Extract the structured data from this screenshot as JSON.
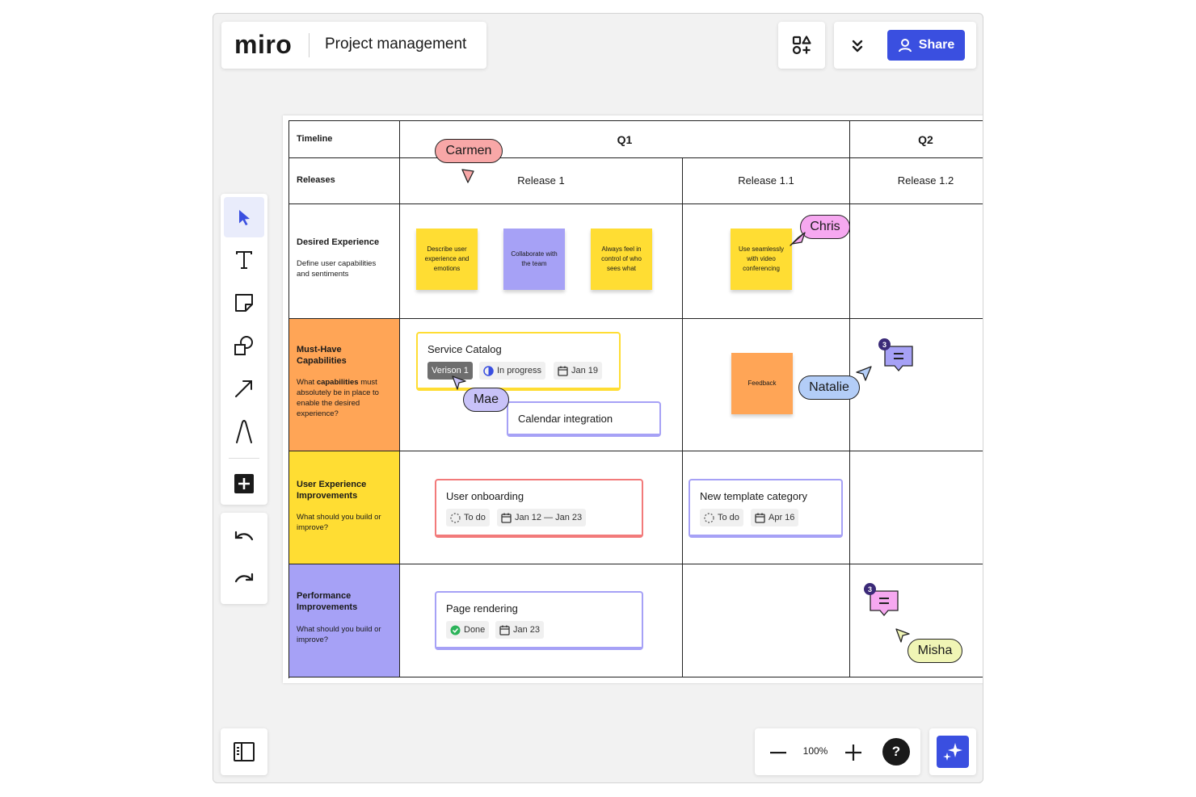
{
  "app": {
    "logo": "miro",
    "board_title": "Project management"
  },
  "topbar": {
    "share_label": "Share"
  },
  "colors": {
    "accent": "#3a4fe0",
    "must_have": "#ffa556",
    "ux": "#ffdd33",
    "perf": "#a6a1f6"
  },
  "toolbar": {
    "tools": [
      "select-icon",
      "text-icon",
      "sticky-note-icon",
      "shapes-icon",
      "arrow-icon",
      "pen-icon",
      "add-icon"
    ]
  },
  "history": [
    "undo-icon",
    "redo-icon"
  ],
  "zoom": {
    "level": "100%",
    "help": "?"
  },
  "board": {
    "header": {
      "timeline": "Timeline",
      "releases": "Releases",
      "q1": "Q1",
      "q2": "Q2",
      "release_1": "Release 1",
      "release_1_1": "Release 1.1",
      "release_1_2": "Release 1.2"
    },
    "rows": [
      {
        "title": "Desired Experience",
        "description": "Define user capabilities and sentiments"
      },
      {
        "title": "Must-Have Capabilities",
        "description_pre": "What ",
        "description_bold": "capabilities",
        "description_post": " must absolutely be in place to enable the desired experience?"
      },
      {
        "title": "User Experience Improvements",
        "description": "What should you build or improve?"
      },
      {
        "title": "Performance Improvements",
        "description": "What should you build or improve?"
      }
    ],
    "stickies": {
      "describe": "Describe user experience and emotions",
      "collaborate": "Collaborate with the team",
      "control": "Always feel in control of who sees what",
      "video": "Use seamlessly with video conferencing",
      "feedback": "Feedback"
    },
    "cards": {
      "service_catalog": {
        "title": "Service Catalog",
        "version": "Verison 1",
        "status": "In progress",
        "date": "Jan 19"
      },
      "calendar": {
        "title": "Calendar integration"
      },
      "onboarding": {
        "title": "User onboarding",
        "status": "To do",
        "date": "Jan 12 — Jan 23"
      },
      "template": {
        "title": "New template category",
        "status": "To do",
        "date": "Apr 16"
      },
      "rendering": {
        "title": "Page rendering",
        "status": "Done",
        "date": "Jan 23"
      }
    },
    "collaborators": {
      "carmen": "Carmen",
      "chris": "Chris",
      "mae": "Mae",
      "natalie": "Natalie",
      "misha": "Misha"
    },
    "comments": {
      "count_1": "3",
      "count_2": "3"
    }
  }
}
